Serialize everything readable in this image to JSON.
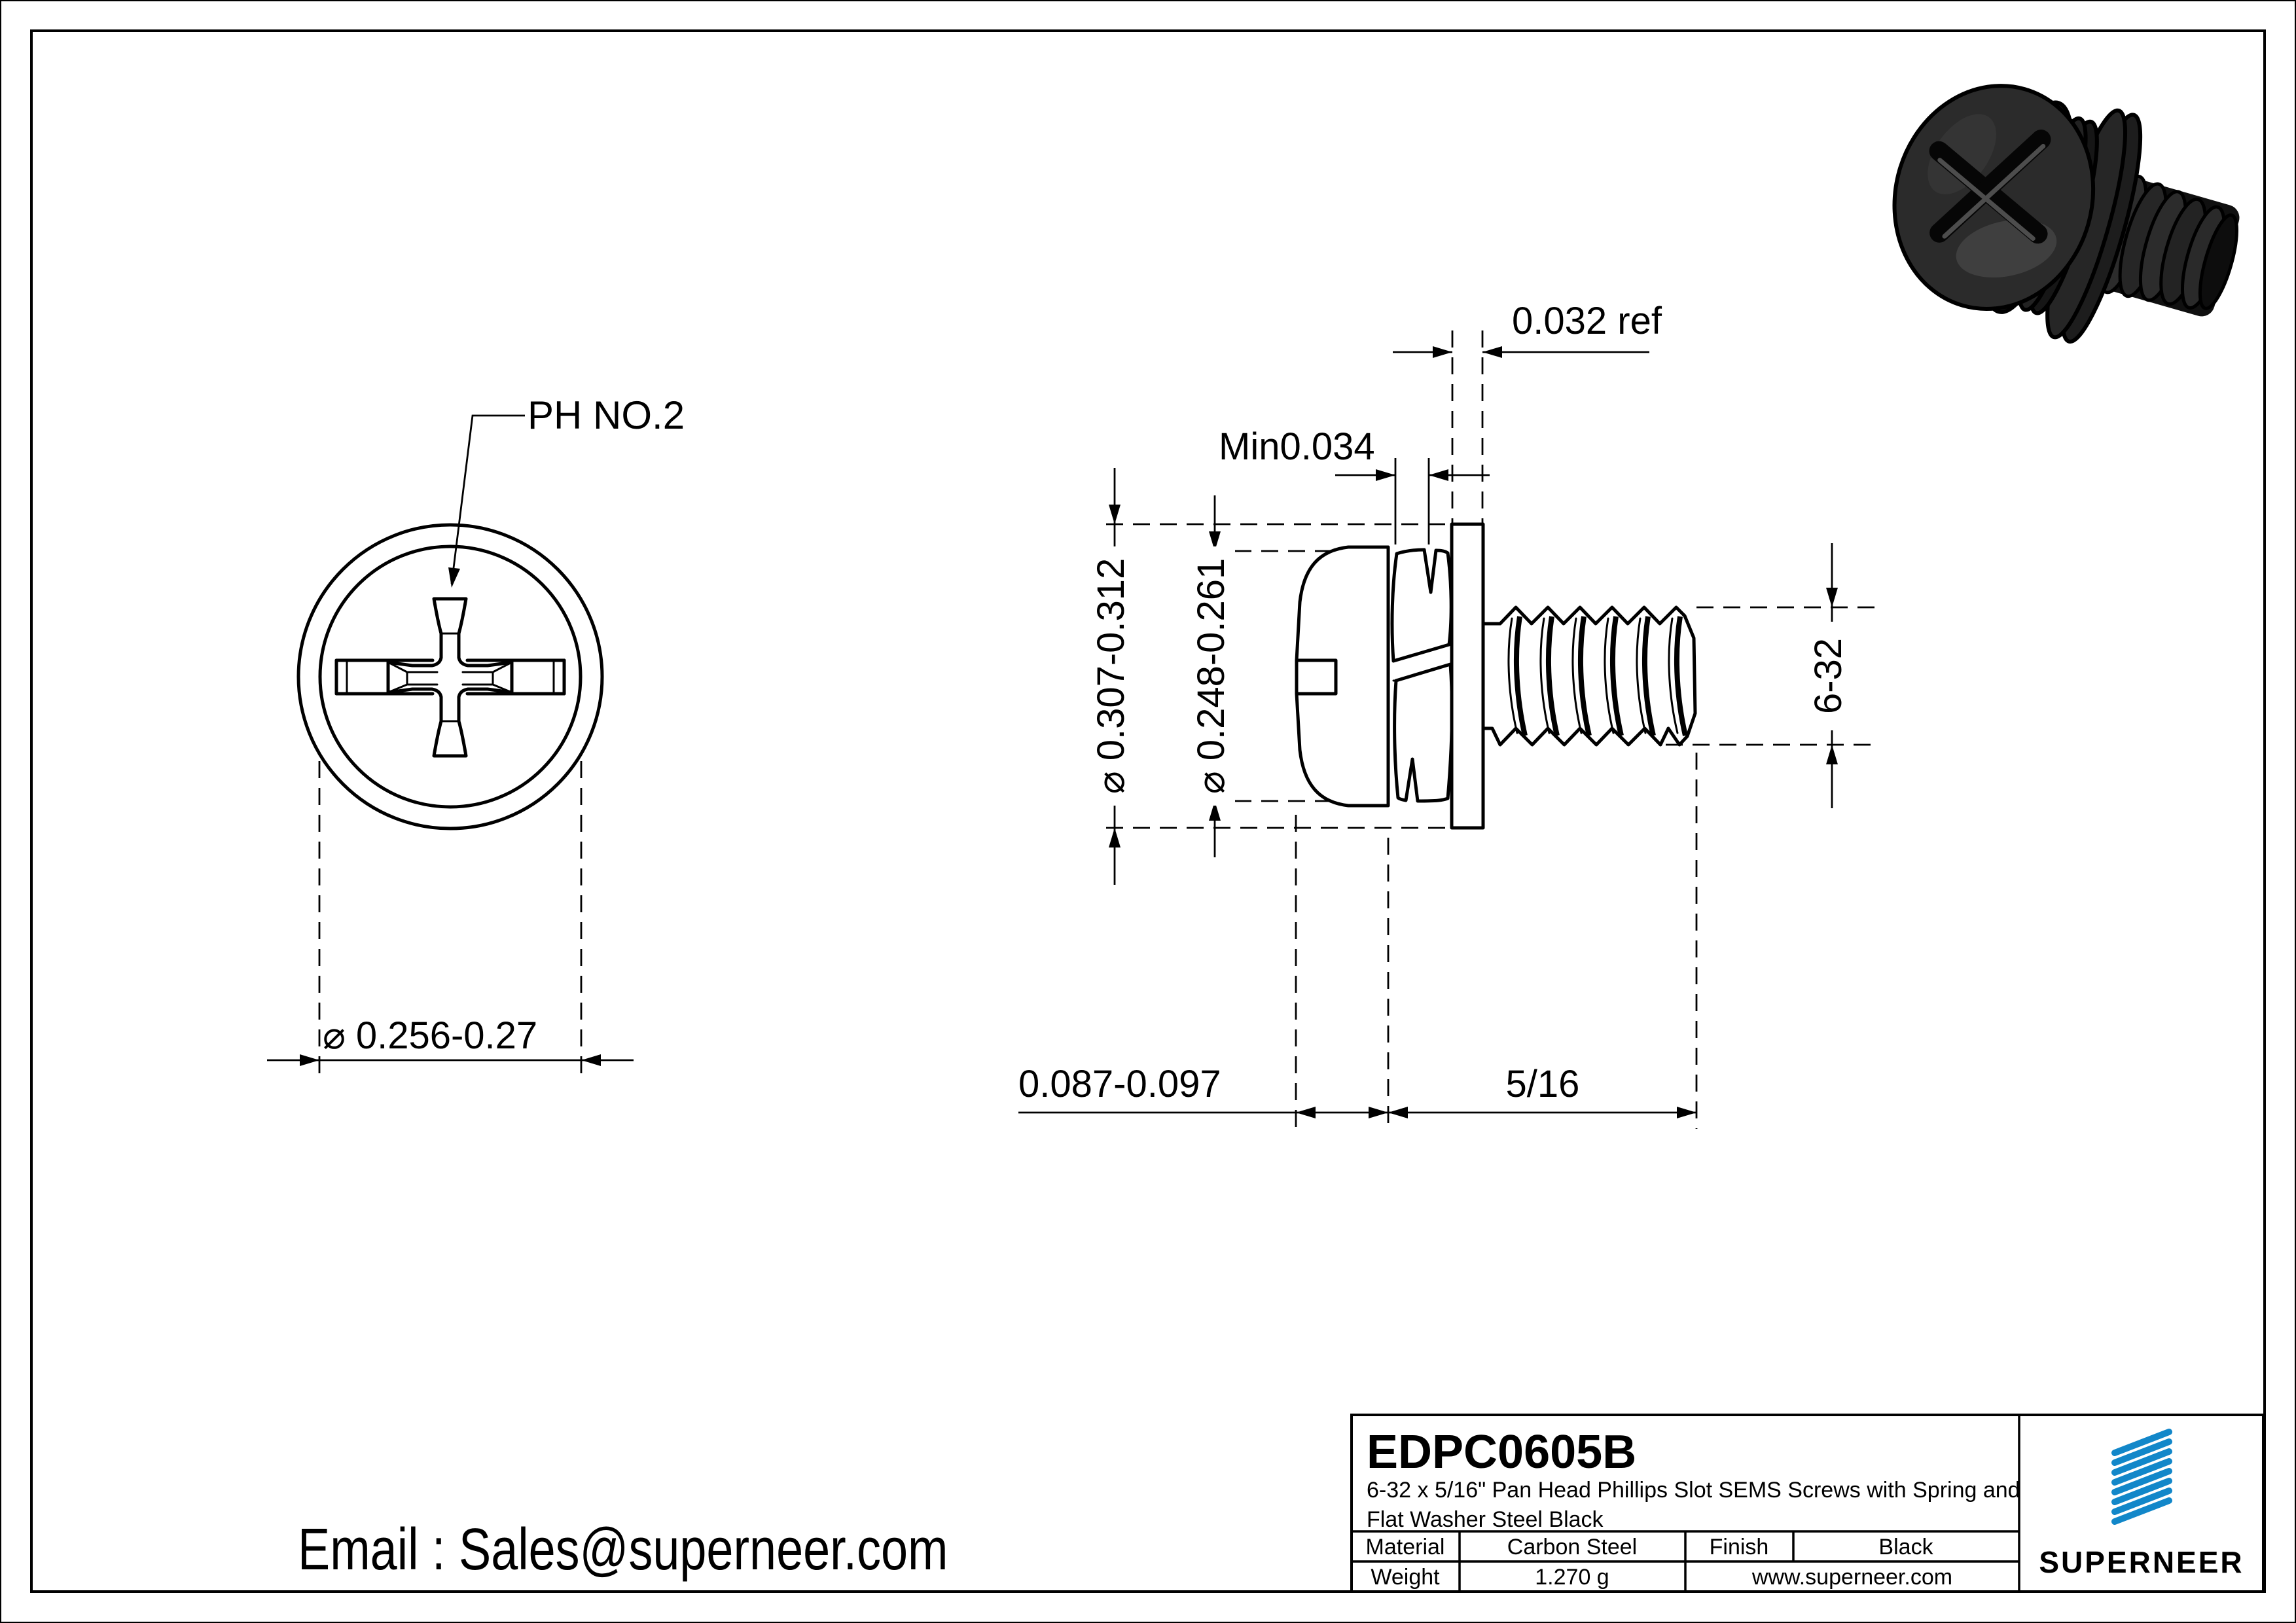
{
  "drawing": {
    "views": {
      "front": {
        "drive_label": "PH NO.2",
        "head_diameter": "⌀ 0.256-0.27"
      },
      "side": {
        "flat_washer_od": "⌀ 0.307-0.312",
        "spring_washer_od": "⌀ 0.248-0.261",
        "spring_washer_min_thickness": "Min0.034",
        "flat_washer_thickness": "0.032 ref",
        "head_height": "0.087-0.097",
        "thread_length": "5/16",
        "thread_size": "6-32"
      }
    },
    "title_block": {
      "part_number": "EDPC0605B",
      "description_line1": "6-32 x 5/16\" Pan Head Phillips Slot SEMS Screws with Spring and",
      "description_line2": "Flat Washer Steel Black",
      "material_label": "Material",
      "material_value": "Carbon Steel",
      "finish_label": "Finish",
      "finish_value": "Black",
      "weight_label": "Weight",
      "weight_value": "1.270 g",
      "website": "www.superneer.com",
      "brand": "SUPERNEER"
    },
    "contact": {
      "email_line": "Email : Sales@superneer.com"
    },
    "colors": {
      "brand_blue": "#1287c9",
      "link_blue": "#1874cf",
      "line_black": "#000000",
      "paper_white": "#ffffff"
    }
  }
}
